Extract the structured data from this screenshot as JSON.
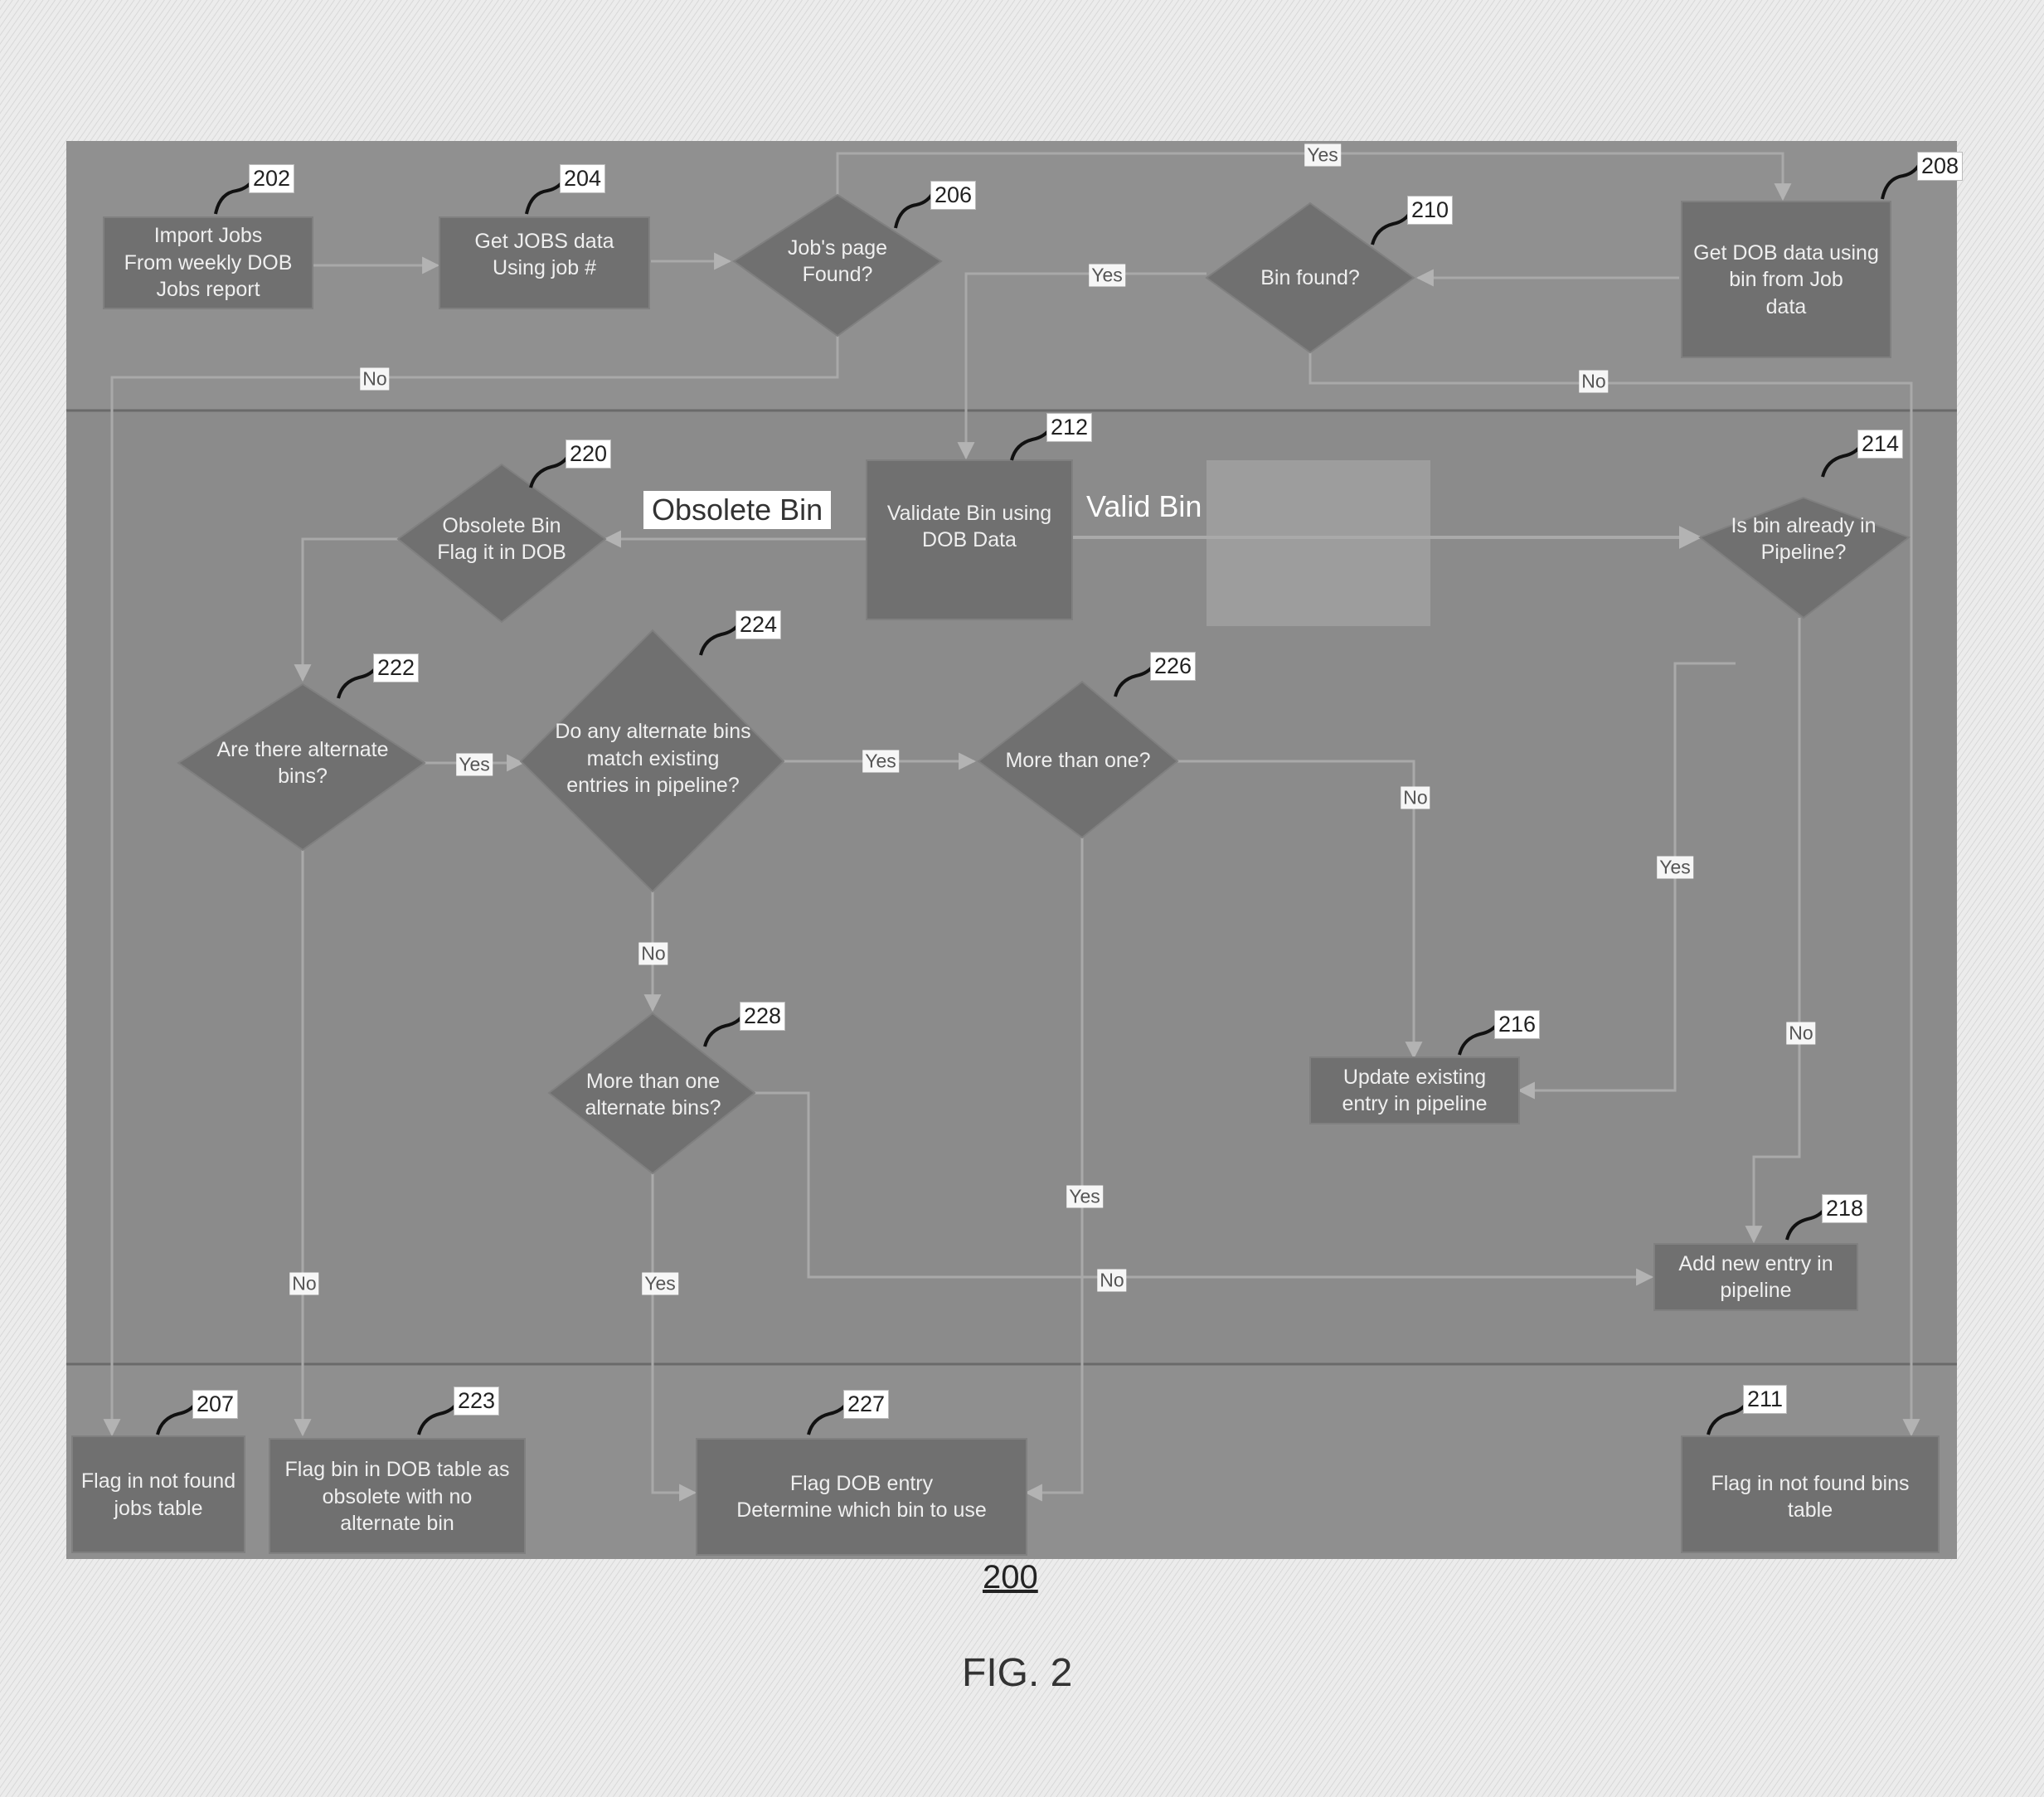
{
  "nodes": {
    "n202": {
      "ref": "202",
      "text": "Import Jobs\nFrom weekly DOB\nJobs report"
    },
    "n204": {
      "ref": "204",
      "text": "Get JOBS data\nUsing job #"
    },
    "n206": {
      "ref": "206",
      "text": "Job's page\nFound?"
    },
    "n208": {
      "ref": "208",
      "text": "Get DOB data using\nbin from Job\ndata"
    },
    "n210": {
      "ref": "210",
      "text": "Bin found?"
    },
    "n212": {
      "ref": "212",
      "text": "Validate Bin using\nDOB Data"
    },
    "n214": {
      "ref": "214",
      "text": "Is bin already in\nPipeline?"
    },
    "n216": {
      "ref": "216",
      "text": "Update existing\nentry in pipeline"
    },
    "n218": {
      "ref": "218",
      "text": "Add new entry in\npipeline"
    },
    "n220": {
      "ref": "220",
      "text": "Obsolete Bin\nFlag it in DOB"
    },
    "n222": {
      "ref": "222",
      "text": "Are there alternate\nbins?"
    },
    "n224": {
      "ref": "224",
      "text": "Do any alternate bins\nmatch existing\nentries in pipeline?"
    },
    "n226": {
      "ref": "226",
      "text": "More than one?"
    },
    "n228": {
      "ref": "228",
      "text": "More than one\nalternate bins?"
    },
    "n207": {
      "ref": "207",
      "text": "Flag in not found\njobs table"
    },
    "n223": {
      "ref": "223",
      "text": "Flag bin in DOB table as\nobsolete with no\nalternate bin"
    },
    "n227": {
      "ref": "227",
      "text": "Flag DOB entry\nDetermine which bin to use"
    },
    "n211": {
      "ref": "211",
      "text": "Flag in not found bins\ntable"
    }
  },
  "edge_labels": {
    "yes_top": "Yes",
    "no_206": "No",
    "yes_210": "Yes",
    "no_210": "No",
    "yes_222": "Yes",
    "yes_224": "Yes",
    "no_226": "No",
    "yes_214": "Yes",
    "no_224": "No",
    "no_214": "No",
    "yes_226": "Yes",
    "no_222": "No",
    "yes_228": "Yes",
    "no_228": "No"
  },
  "callouts": {
    "obsolete": "Obsolete Bin",
    "valid": "Valid Bin"
  },
  "figure": {
    "number": "200",
    "caption": "FIG. 2"
  },
  "colors": {
    "panel": "#8e8e8e",
    "shape": "#6f6f6f",
    "edge": "#a9a9a9"
  }
}
